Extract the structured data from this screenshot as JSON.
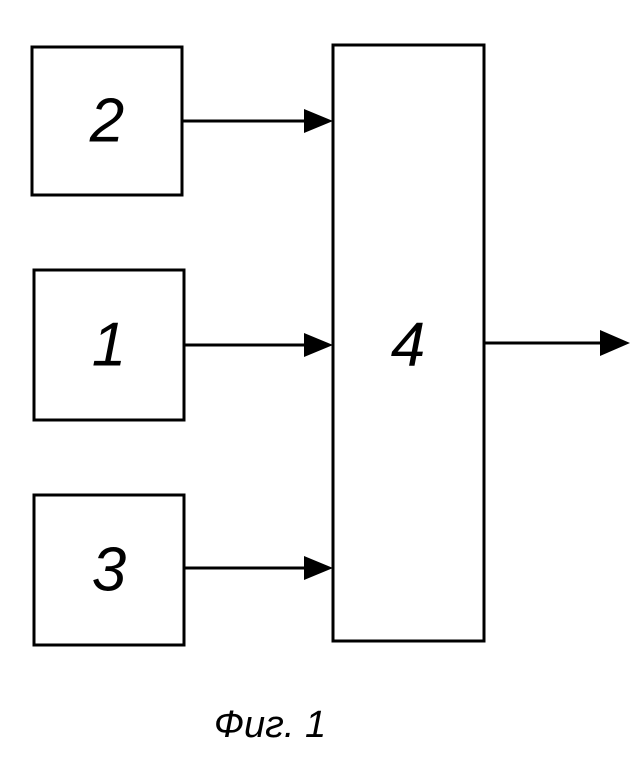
{
  "blocks": {
    "block_2": {
      "label": "2"
    },
    "block_1": {
      "label": "1"
    },
    "block_3": {
      "label": "3"
    },
    "block_4": {
      "label": "4"
    }
  },
  "connections": [
    {
      "from": "block_2",
      "to": "block_4"
    },
    {
      "from": "block_1",
      "to": "block_4"
    },
    {
      "from": "block_3",
      "to": "block_4"
    },
    {
      "from": "block_4",
      "to": "output"
    }
  ],
  "caption": "Фиг. 1",
  "colors": {
    "stroke": "#000000",
    "background": "#ffffff"
  }
}
